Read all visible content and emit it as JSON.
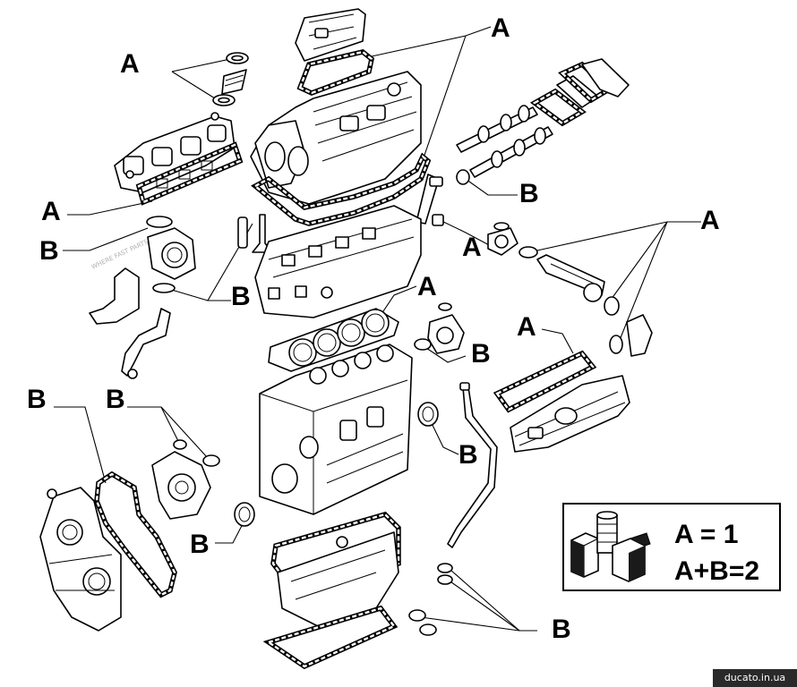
{
  "diagram": {
    "labels": {
      "a_top": "A",
      "a_upper_left": "A",
      "a_manifold": "A",
      "a_right_egr": "A",
      "a_injector": "A",
      "a_head_gasket": "A",
      "a_intake": "A",
      "b_camshaft": "B",
      "b_left_throttle": "B",
      "b_pipe": "B",
      "b_thermostat": "B",
      "b_crank_seal_front": "B",
      "b_timing_cover": "B",
      "b_water_pump": "B",
      "b_crank_seal_rear": "B",
      "b_oil_pan": "B"
    },
    "legend": {
      "line1": "A = 1",
      "line2": "A+B=2"
    },
    "watermark": "WHERE FAST PARTS",
    "site_tag": "ducato.in.ua"
  }
}
